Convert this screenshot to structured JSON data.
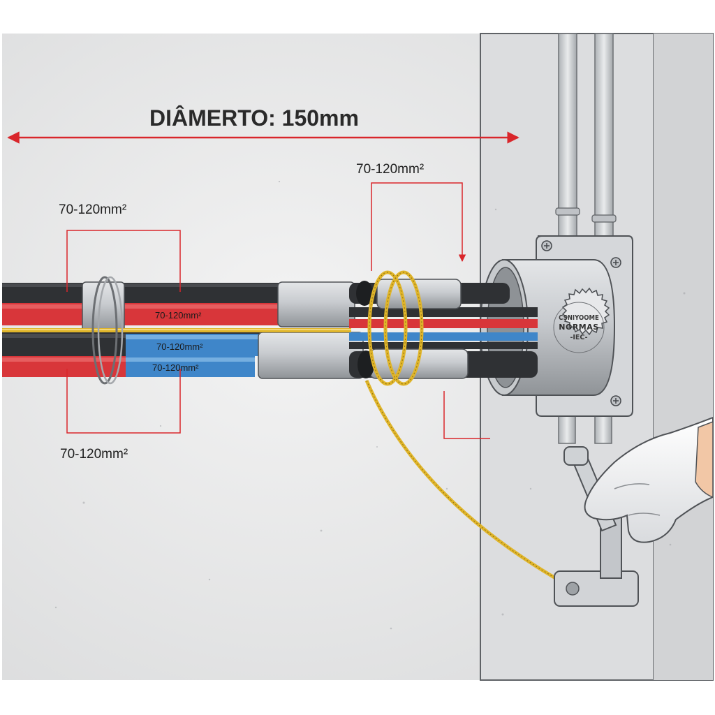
{
  "diagram": {
    "diameter_label": "DIÂMERTO: 150mm",
    "section_labels": {
      "top_left": "70-120mm²",
      "top_right": "70-120mm²",
      "bottom_left": "70-120mm²"
    },
    "cable_labels": [
      "70-120mm²",
      "70-120mm²",
      "70-120mm²"
    ],
    "seal": {
      "line1": "CSNIYOOME",
      "line2": "NORMAS",
      "line3": "-IEC-"
    },
    "colors": {
      "dimension_red": "#d9262b",
      "cable_red": "#d8363a",
      "cable_black": "#2f3134",
      "cable_blue": "#3f86c9",
      "sleeve_grey": "#a9adb1",
      "pull_rope_yellow": "#e0b52a",
      "wall_grey": "#e6e7e8",
      "conduit_grey": "#c9ccd0"
    }
  }
}
